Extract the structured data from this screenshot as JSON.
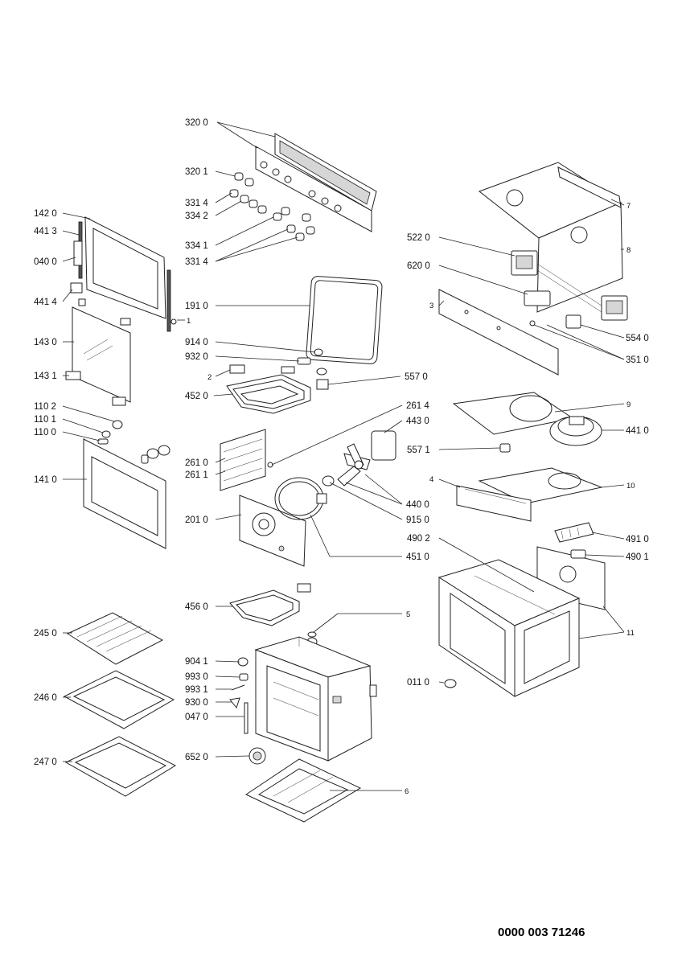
{
  "labels": {
    "p3200": "320 0",
    "p3201": "320 1",
    "p3314a": "331 4",
    "p3342": "334 2",
    "p3341": "334 1",
    "p3314b": "331 4",
    "p1910": "191 0",
    "p9140": "914 0",
    "p9320": "932 0",
    "p4520": "452 0",
    "c2": "2",
    "p5570": "557 0",
    "p2614": "261 4",
    "p4430": "443 0",
    "p2610": "261 0",
    "p2611": "261 1",
    "p2010": "201 0",
    "p4400": "440 0",
    "p9150": "915 0",
    "p4510": "451 0",
    "p4560": "456 0",
    "c5": "5",
    "p9041": "904 1",
    "p9930": "993 0",
    "p9931": "993 1",
    "p9300": "930 0",
    "p0470": "047 0",
    "p6520": "652 0",
    "c6": "6",
    "p1420": "142 0",
    "p4413": "441 3",
    "p0400": "040 0",
    "p4414": "441 4",
    "c1": "1",
    "p1430": "143 0",
    "p1431": "143 1",
    "p1102": "110 2",
    "p1101": "110 1",
    "p1100": "110 0",
    "p1410": "141 0",
    "p2450": "245 0",
    "p2460": "246 0",
    "p2470": "247 0",
    "c7": "7",
    "c8": "8",
    "p5220": "522 0",
    "p6200": "620 0",
    "c3": "3",
    "p5540": "554 0",
    "p3510": "351 0",
    "c9": "9",
    "p4410": "441 0",
    "p5571": "557 1",
    "c4": "4",
    "c10": "10",
    "p4902": "490 2",
    "p4910": "491 0",
    "p4901": "490 1",
    "c11": "11",
    "p0110": "011 0"
  },
  "document_number": "0000 003 71246"
}
